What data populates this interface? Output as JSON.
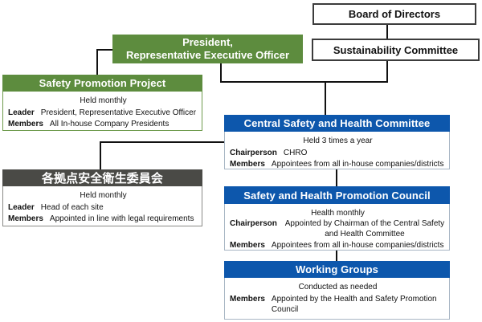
{
  "diagram_title": "Safety and health management organization chart",
  "colors": {
    "green": "#5d8c3e",
    "blue": "#0d57ac",
    "dark_gray": "#4a4a46",
    "line": "#111111"
  },
  "boxes": {
    "board": {
      "title": "Board of Directors"
    },
    "sustainability": {
      "title": "Sustainability Committee"
    },
    "president": {
      "line1": "President,",
      "line2": "Representative Executive Officer"
    },
    "safety_promotion_project": {
      "title": "Safety Promotion Project",
      "frequency": "Held monthly",
      "rows": [
        {
          "label": "Leader",
          "value": "President, Representative Executive Officer"
        },
        {
          "label": "Members",
          "value": "All In-house Company Presidents"
        }
      ]
    },
    "central_committee": {
      "title": "Central Safety and Health Committee",
      "frequency": "Held 3 times a year",
      "rows": [
        {
          "label": "Chairperson",
          "value": "CHRO"
        },
        {
          "label": "Members",
          "value": "Appointees from all in-house companies/districts"
        }
      ]
    },
    "site_committee": {
      "title": "各拠点安全衛生委員会",
      "frequency": "Held monthly",
      "rows": [
        {
          "label": "Leader",
          "value": "Head of each site"
        },
        {
          "label": "Members",
          "value": "Appointed in line with legal requirements"
        }
      ]
    },
    "promotion_council": {
      "title": "Safety and Health Promotion Council",
      "frequency": "Health monthly",
      "rows": [
        {
          "label": "Chairperson",
          "value": "Appointed by Chairman of the Central Safety and Health Committee"
        },
        {
          "label": "Members",
          "value": "Appointees from all in-house companies/districts"
        }
      ]
    },
    "working_groups": {
      "title": "Working Groups",
      "frequency": "Conducted as needed",
      "rows": [
        {
          "label": "Members",
          "value": "Appointed by the Health and Safety Promotion Council"
        }
      ]
    }
  }
}
